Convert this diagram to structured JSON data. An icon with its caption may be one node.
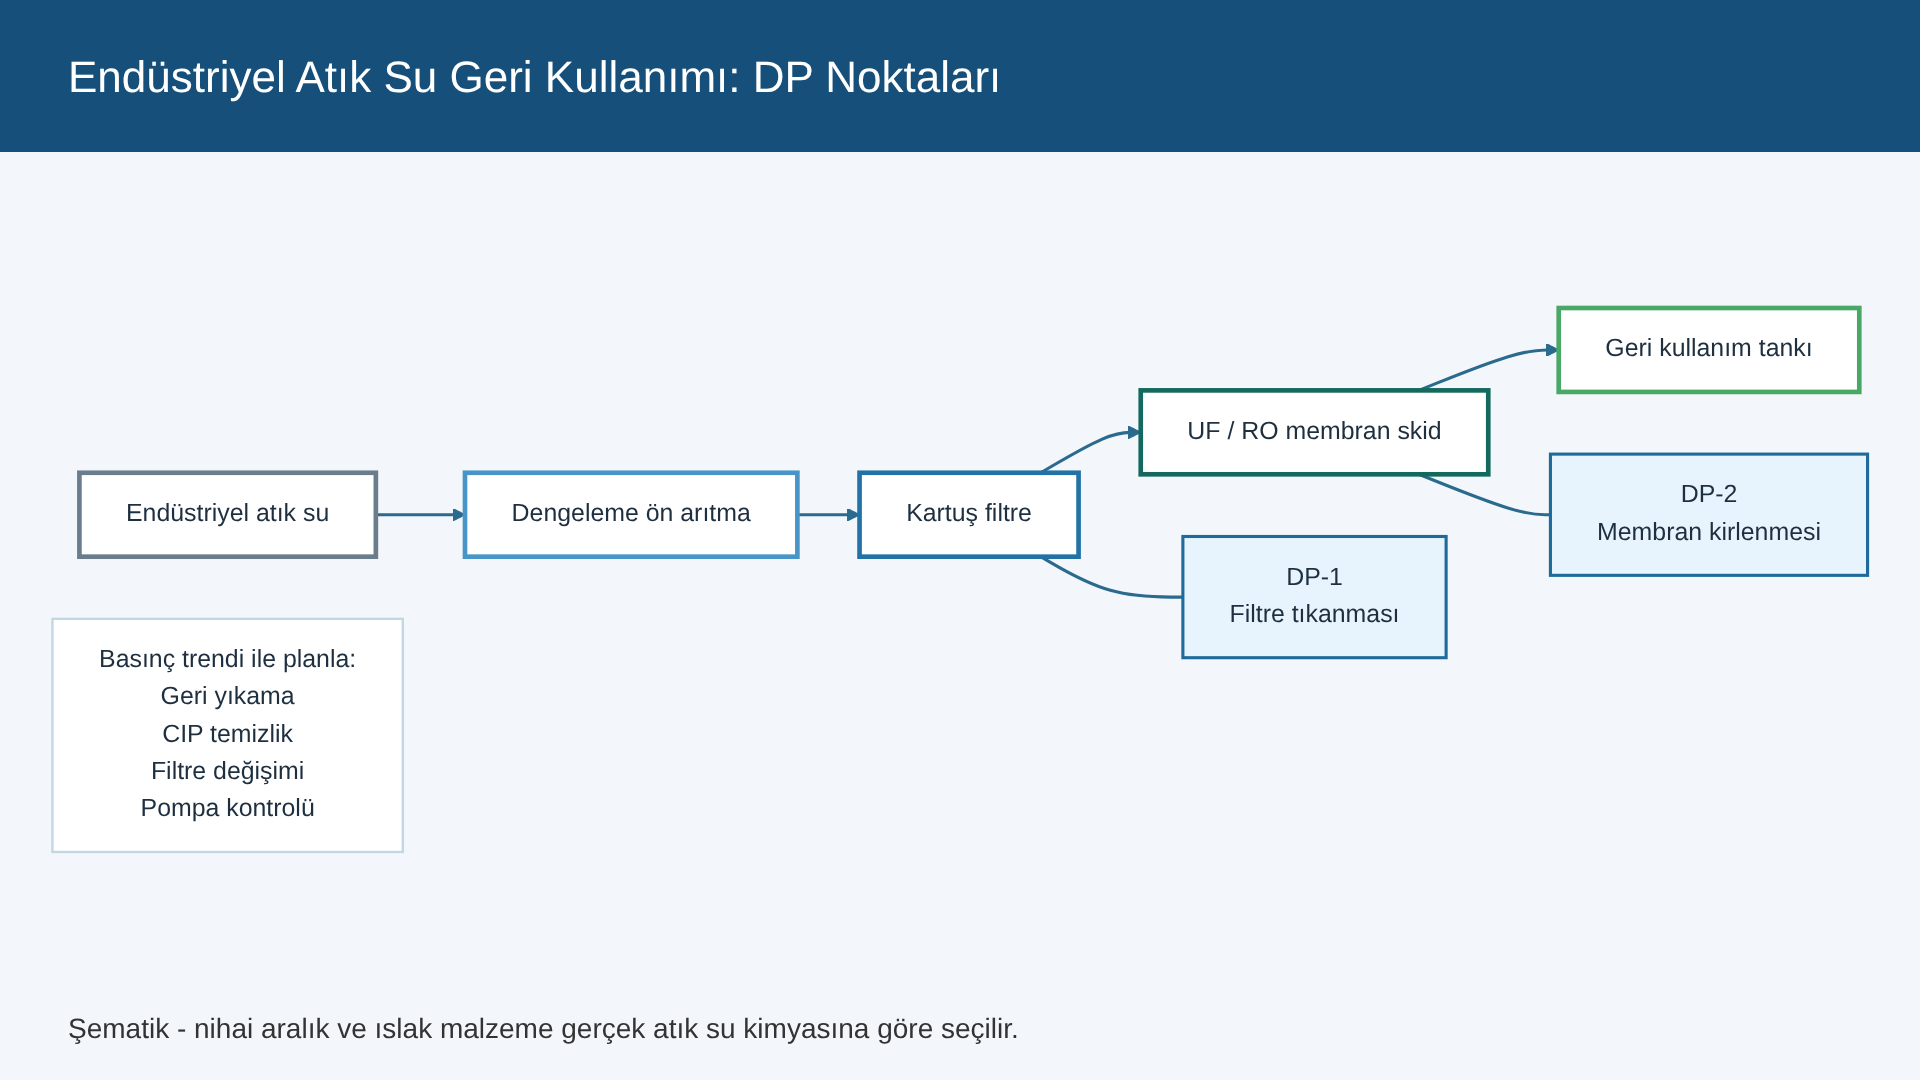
{
  "diagram": {
    "title": "Endüstriyel Atık Su Geri Kullanımı: DP Noktaları",
    "caption": "Şematik - nihai aralık ve ıslak malzeme gerçek atık su kimyasına göre seçilir.",
    "nodes": [
      {
        "text": [
          "Endüstriyel atık su"
        ]
      },
      {
        "text": [
          "Dengeleme ön arıtma"
        ]
      },
      {
        "text": [
          "Kartuş filtre"
        ]
      },
      {
        "text": [
          "UF / RO membran skid"
        ]
      },
      {
        "text": [
          "Geri kullanım tankı"
        ]
      },
      {
        "text": [
          "DP-1",
          "Filtre tıkanması"
        ]
      },
      {
        "text": [
          "DP-2",
          "Membran kirlenmesi"
        ]
      },
      {
        "text": [
          "Basınç trendi ile planla:",
          "Geri yıkama",
          "CIP temizlik",
          "Filtre değişimi",
          "Pompa kontrolü"
        ]
      }
    ],
    "edges": [
      {
        "from": 0,
        "to": 1,
        "arrow": "to"
      },
      {
        "from": 1,
        "to": 2,
        "arrow": "to"
      },
      {
        "from": 2,
        "to": 3,
        "arrow": "to"
      },
      {
        "from": 3,
        "to": 4,
        "arrow": "to"
      },
      {
        "from": 2,
        "to": 5,
        "arrow": "none"
      },
      {
        "from": 3,
        "to": 6,
        "arrow": "none"
      }
    ]
  }
}
